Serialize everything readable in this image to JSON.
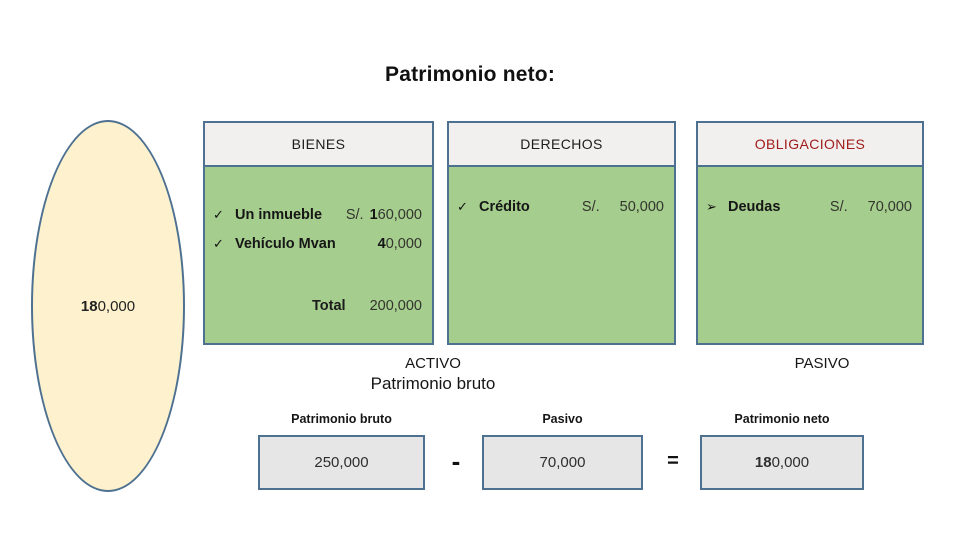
{
  "title": "Patrimonio neto:",
  "colors": {
    "box_border": "#4e7191",
    "box_body_green": "#a5cd8d",
    "header_bg": "#f1f0ee",
    "ellipse_fill": "#fdf2cd",
    "formula_box_bg": "#e7e6e6",
    "obligaciones_header_red": "#a01c1c"
  },
  "ellipse": {
    "value_bold": "18",
    "value_rest": "0,000"
  },
  "boxes": {
    "bienes": {
      "header": "BIENES",
      "rows": [
        {
          "bullet": "✓",
          "label": "Un inmueble",
          "value_prefix": "S/.",
          "value_bold": "1",
          "value_rest": "60,000"
        },
        {
          "bullet": "✓",
          "label": "Vehículo Mvan",
          "value_prefix": "",
          "value_bold": "4",
          "value_rest": "0,000"
        }
      ],
      "total_label": "Total",
      "total_value": "200,000"
    },
    "derechos": {
      "header": "DERECHOS",
      "row": {
        "bullet": "✓",
        "label": "Crédito",
        "value_prefix": "S/.",
        "value": "50,000"
      }
    },
    "obligaciones": {
      "header": "OBLIGACIONES",
      "row": {
        "bullet": "➢",
        "label": "Deudas",
        "value_prefix": "S/.",
        "value": "70,000"
      }
    }
  },
  "mid_labels": {
    "activo": "ACTIVO",
    "patrimonio_bruto": "Patrimonio bruto",
    "pasivo": "PASIVO"
  },
  "formula": {
    "labels": [
      "Patrimonio bruto",
      "Pasivo",
      "Patrimonio neto"
    ],
    "value_bruto": "250,000",
    "value_pasivo": "70,000",
    "result_bold": "18",
    "result_rest": "0,000",
    "minus": "-",
    "equals": "="
  }
}
